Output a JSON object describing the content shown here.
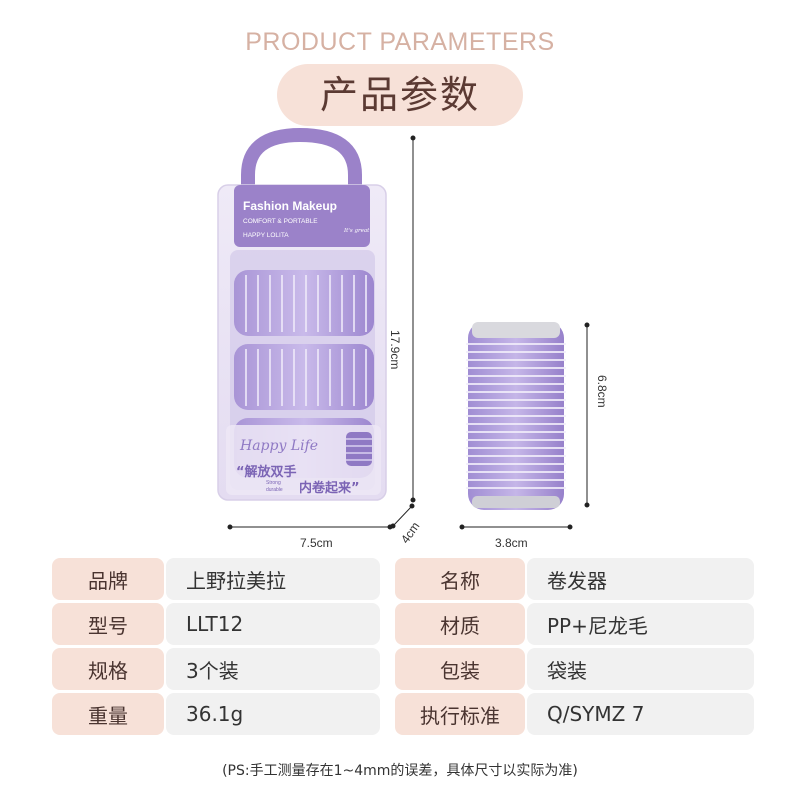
{
  "header": {
    "title_en": "PRODUCT PARAMETERS",
    "title_zh": "产品参数"
  },
  "package": {
    "brand_text": "Fashion Makeup",
    "tagline": "COMFORT & PORTABLE",
    "sub_brand": "HAPPY LOLITA",
    "badge": "It's great",
    "script_text": "Happy Life",
    "slogan_1": "“解放双手",
    "slogan_2": "内卷起来”",
    "small_text_1": "Strong",
    "small_text_2": "durable",
    "colors": {
      "purple": "#9b82c9",
      "roller": "#b7a5de"
    }
  },
  "dimensions": {
    "package_height": "17.9cm",
    "package_width": "7.5cm",
    "package_depth": "4cm",
    "roller_width": "3.8cm",
    "roller_height": "6.8cm"
  },
  "specs": [
    {
      "label": "品牌",
      "value": "上野拉美拉"
    },
    {
      "label": "名称",
      "value": "卷发器"
    },
    {
      "label": "型号",
      "value": "LLT12"
    },
    {
      "label": "材质",
      "value": "PP+尼龙毛"
    },
    {
      "label": "规格",
      "value": "3个装"
    },
    {
      "label": "包装",
      "value": "袋装"
    },
    {
      "label": "重量",
      "value": "36.1g"
    },
    {
      "label": "执行标准",
      "value": "Q/SYMZ 7"
    }
  ],
  "footnote": "(PS:手工测量存在1~4mm的误差，具体尺寸以实际为准)"
}
